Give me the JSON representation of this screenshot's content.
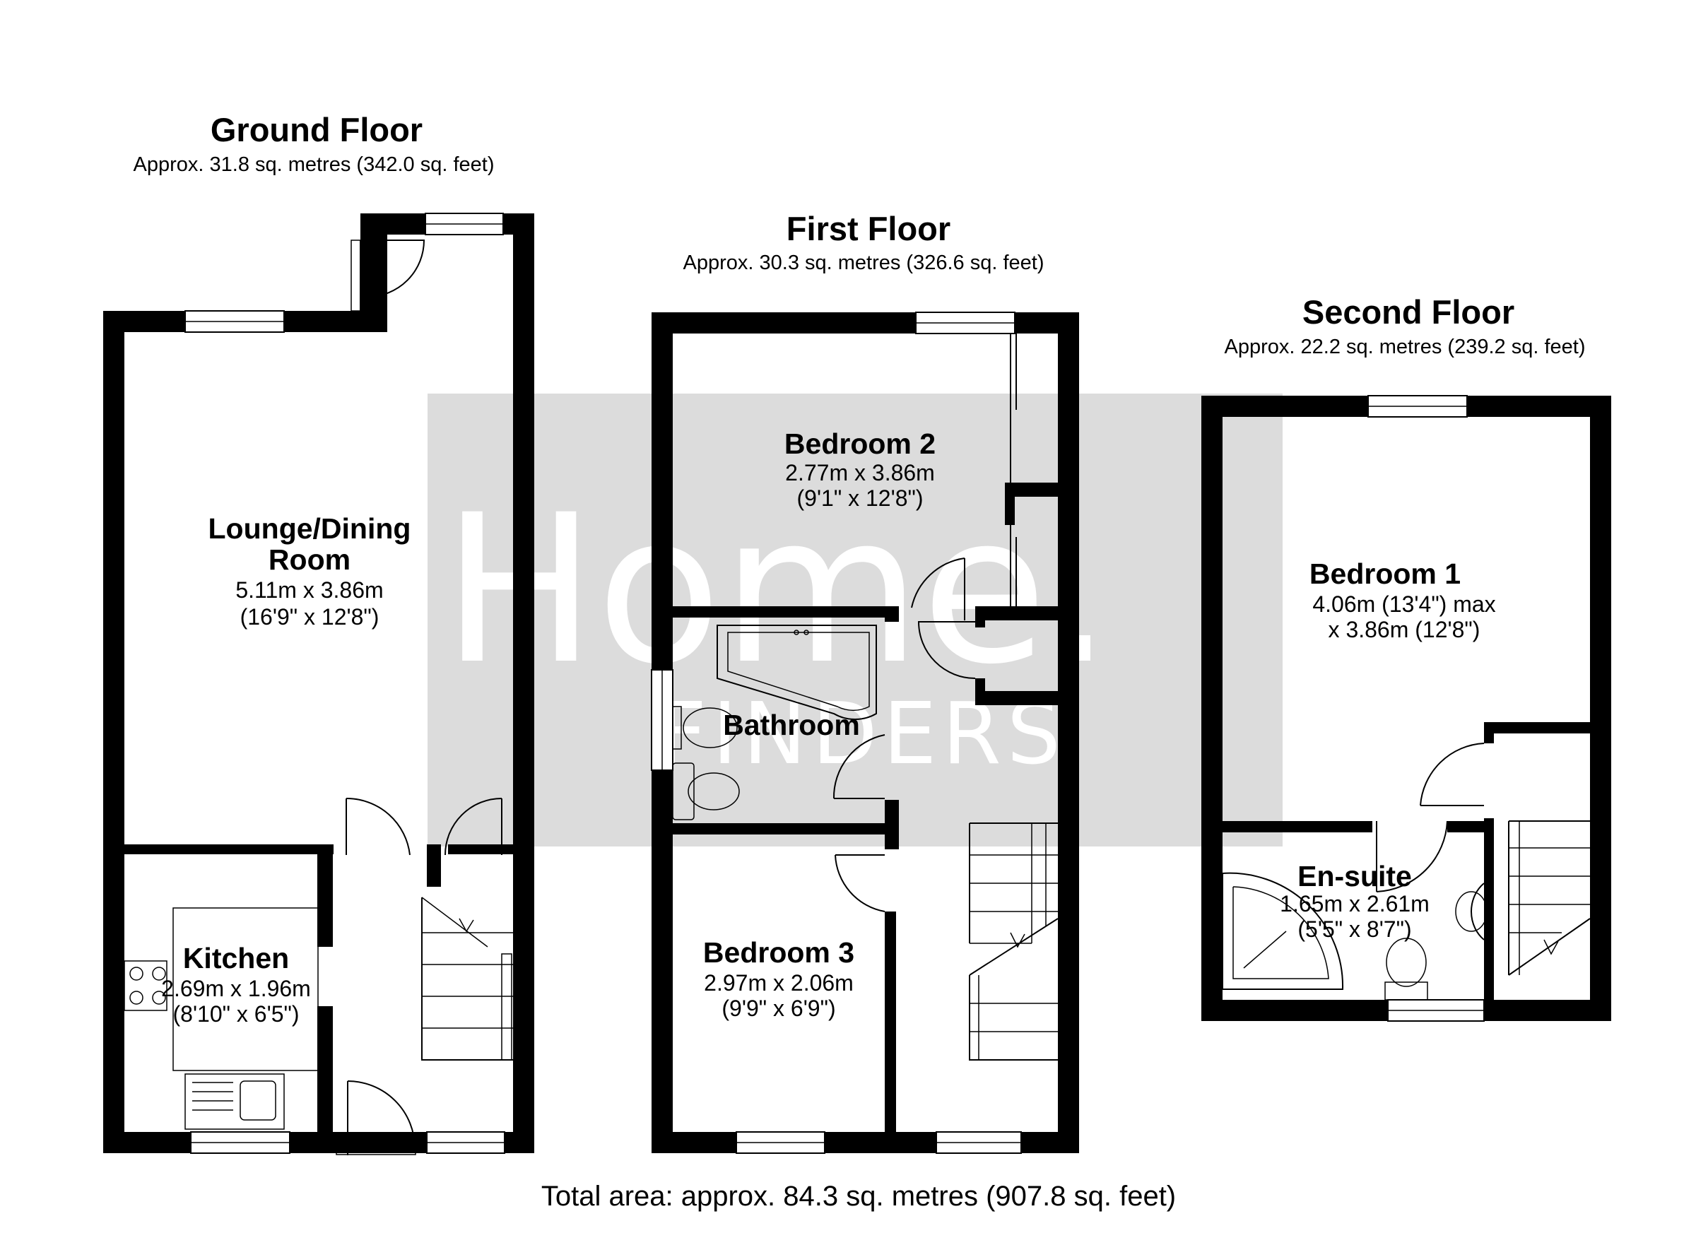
{
  "floors": [
    {
      "title": "Ground Floor",
      "area": "Approx. 31.8 sq. metres (342.0 sq. feet)"
    },
    {
      "title": "First Floor",
      "area": "Approx. 30.3 sq. metres (326.6 sq. feet)"
    },
    {
      "title": "Second Floor",
      "area": "Approx. 22.2 sq. metres (239.2 sq. feet)"
    }
  ],
  "rooms": {
    "lounge": {
      "name_line1": "Lounge/Dining",
      "name_line2": "Room",
      "dim_metric": "5.11m x 3.86m",
      "dim_imperial": "(16'9\" x 12'8\")"
    },
    "kitchen": {
      "name": "Kitchen",
      "dim_metric": "2.69m x 1.96m",
      "dim_imperial": "(8'10\" x 6'5\")"
    },
    "bedroom2": {
      "name": "Bedroom 2",
      "dim_metric": "2.77m x 3.86m",
      "dim_imperial": "(9'1\" x 12'8\")"
    },
    "bathroom": {
      "name": "Bathroom"
    },
    "bedroom3": {
      "name": "Bedroom 3",
      "dim_metric": "2.97m x 2.06m",
      "dim_imperial": "(9'9\" x 6'9\")"
    },
    "bedroom1": {
      "name": "Bedroom 1",
      "dim_line1": "4.06m (13'4\") max",
      "dim_line2": "x 3.86m (12'8\")"
    },
    "ensuite": {
      "name": "En-suite",
      "dim_metric": "1.65m x 2.61m",
      "dim_imperial": "(5'5\" x 8'7\")"
    }
  },
  "watermark": {
    "line1": "Home.",
    "line2": "FINDERS",
    "color": "#dcdcdc"
  },
  "total_area": "Total area: approx. 84.3 sq. metres (907.8 sq. feet)",
  "colors": {
    "walls": "#000000",
    "background": "#ffffff"
  }
}
